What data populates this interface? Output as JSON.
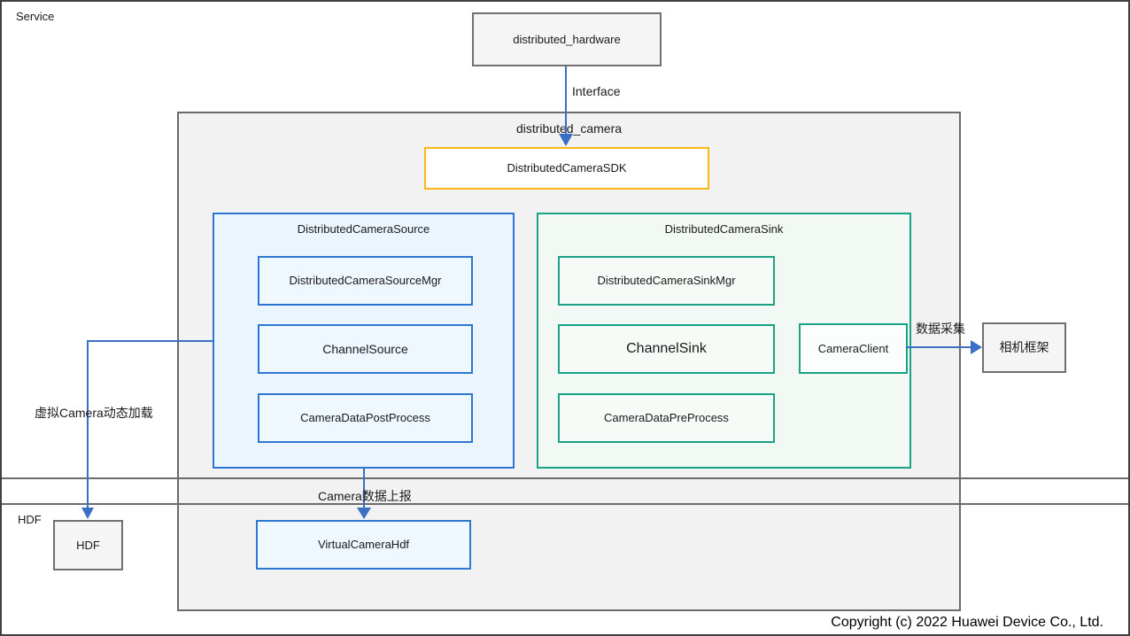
{
  "lanes": {
    "service": "Service",
    "hdf": "HDF"
  },
  "nodes": {
    "distributed_hardware": "distributed_hardware",
    "distributed_camera": "distributed_camera",
    "sdk": "DistributedCameraSDK",
    "source": {
      "title": "DistributedCameraSource",
      "mgr": "DistributedCameraSourceMgr",
      "channel": "ChannelSource",
      "post": "CameraDataPostProcess"
    },
    "sink": {
      "title": "DistributedCameraSink",
      "mgr": "DistributedCameraSinkMgr",
      "channel": "ChannelSink",
      "pre": "CameraDataPreProcess",
      "client": "CameraClient"
    },
    "camera_framework": "相机框架",
    "hdf_box": "HDF",
    "virtual_camera_hdf": "VirtualCameraHdf"
  },
  "edges": {
    "interface": "Interface",
    "data_collect": "数据采集",
    "virtual_load": "虚拟Camera动态加载",
    "camera_report": "Camera数据上报"
  },
  "footer": {
    "copyright": "Copyright (c) 2022 Huawei Device Co., Ltd."
  },
  "colors": {
    "blue_border": "#2D77D3",
    "teal_border": "#1AA287",
    "orange_border": "#FDB714",
    "gray_border": "#6b6b6b",
    "arrow_blue": "#3A6FC4",
    "bigbox_fill": "#F2F2F2",
    "gray_node_fill": "#F5F5F5",
    "source_fill": "#EBF5FE",
    "source_inner_fill": "#EFF7FF",
    "sink_fill": "#F2F9F4",
    "sink_inner_fill": "#F6FBF8"
  }
}
